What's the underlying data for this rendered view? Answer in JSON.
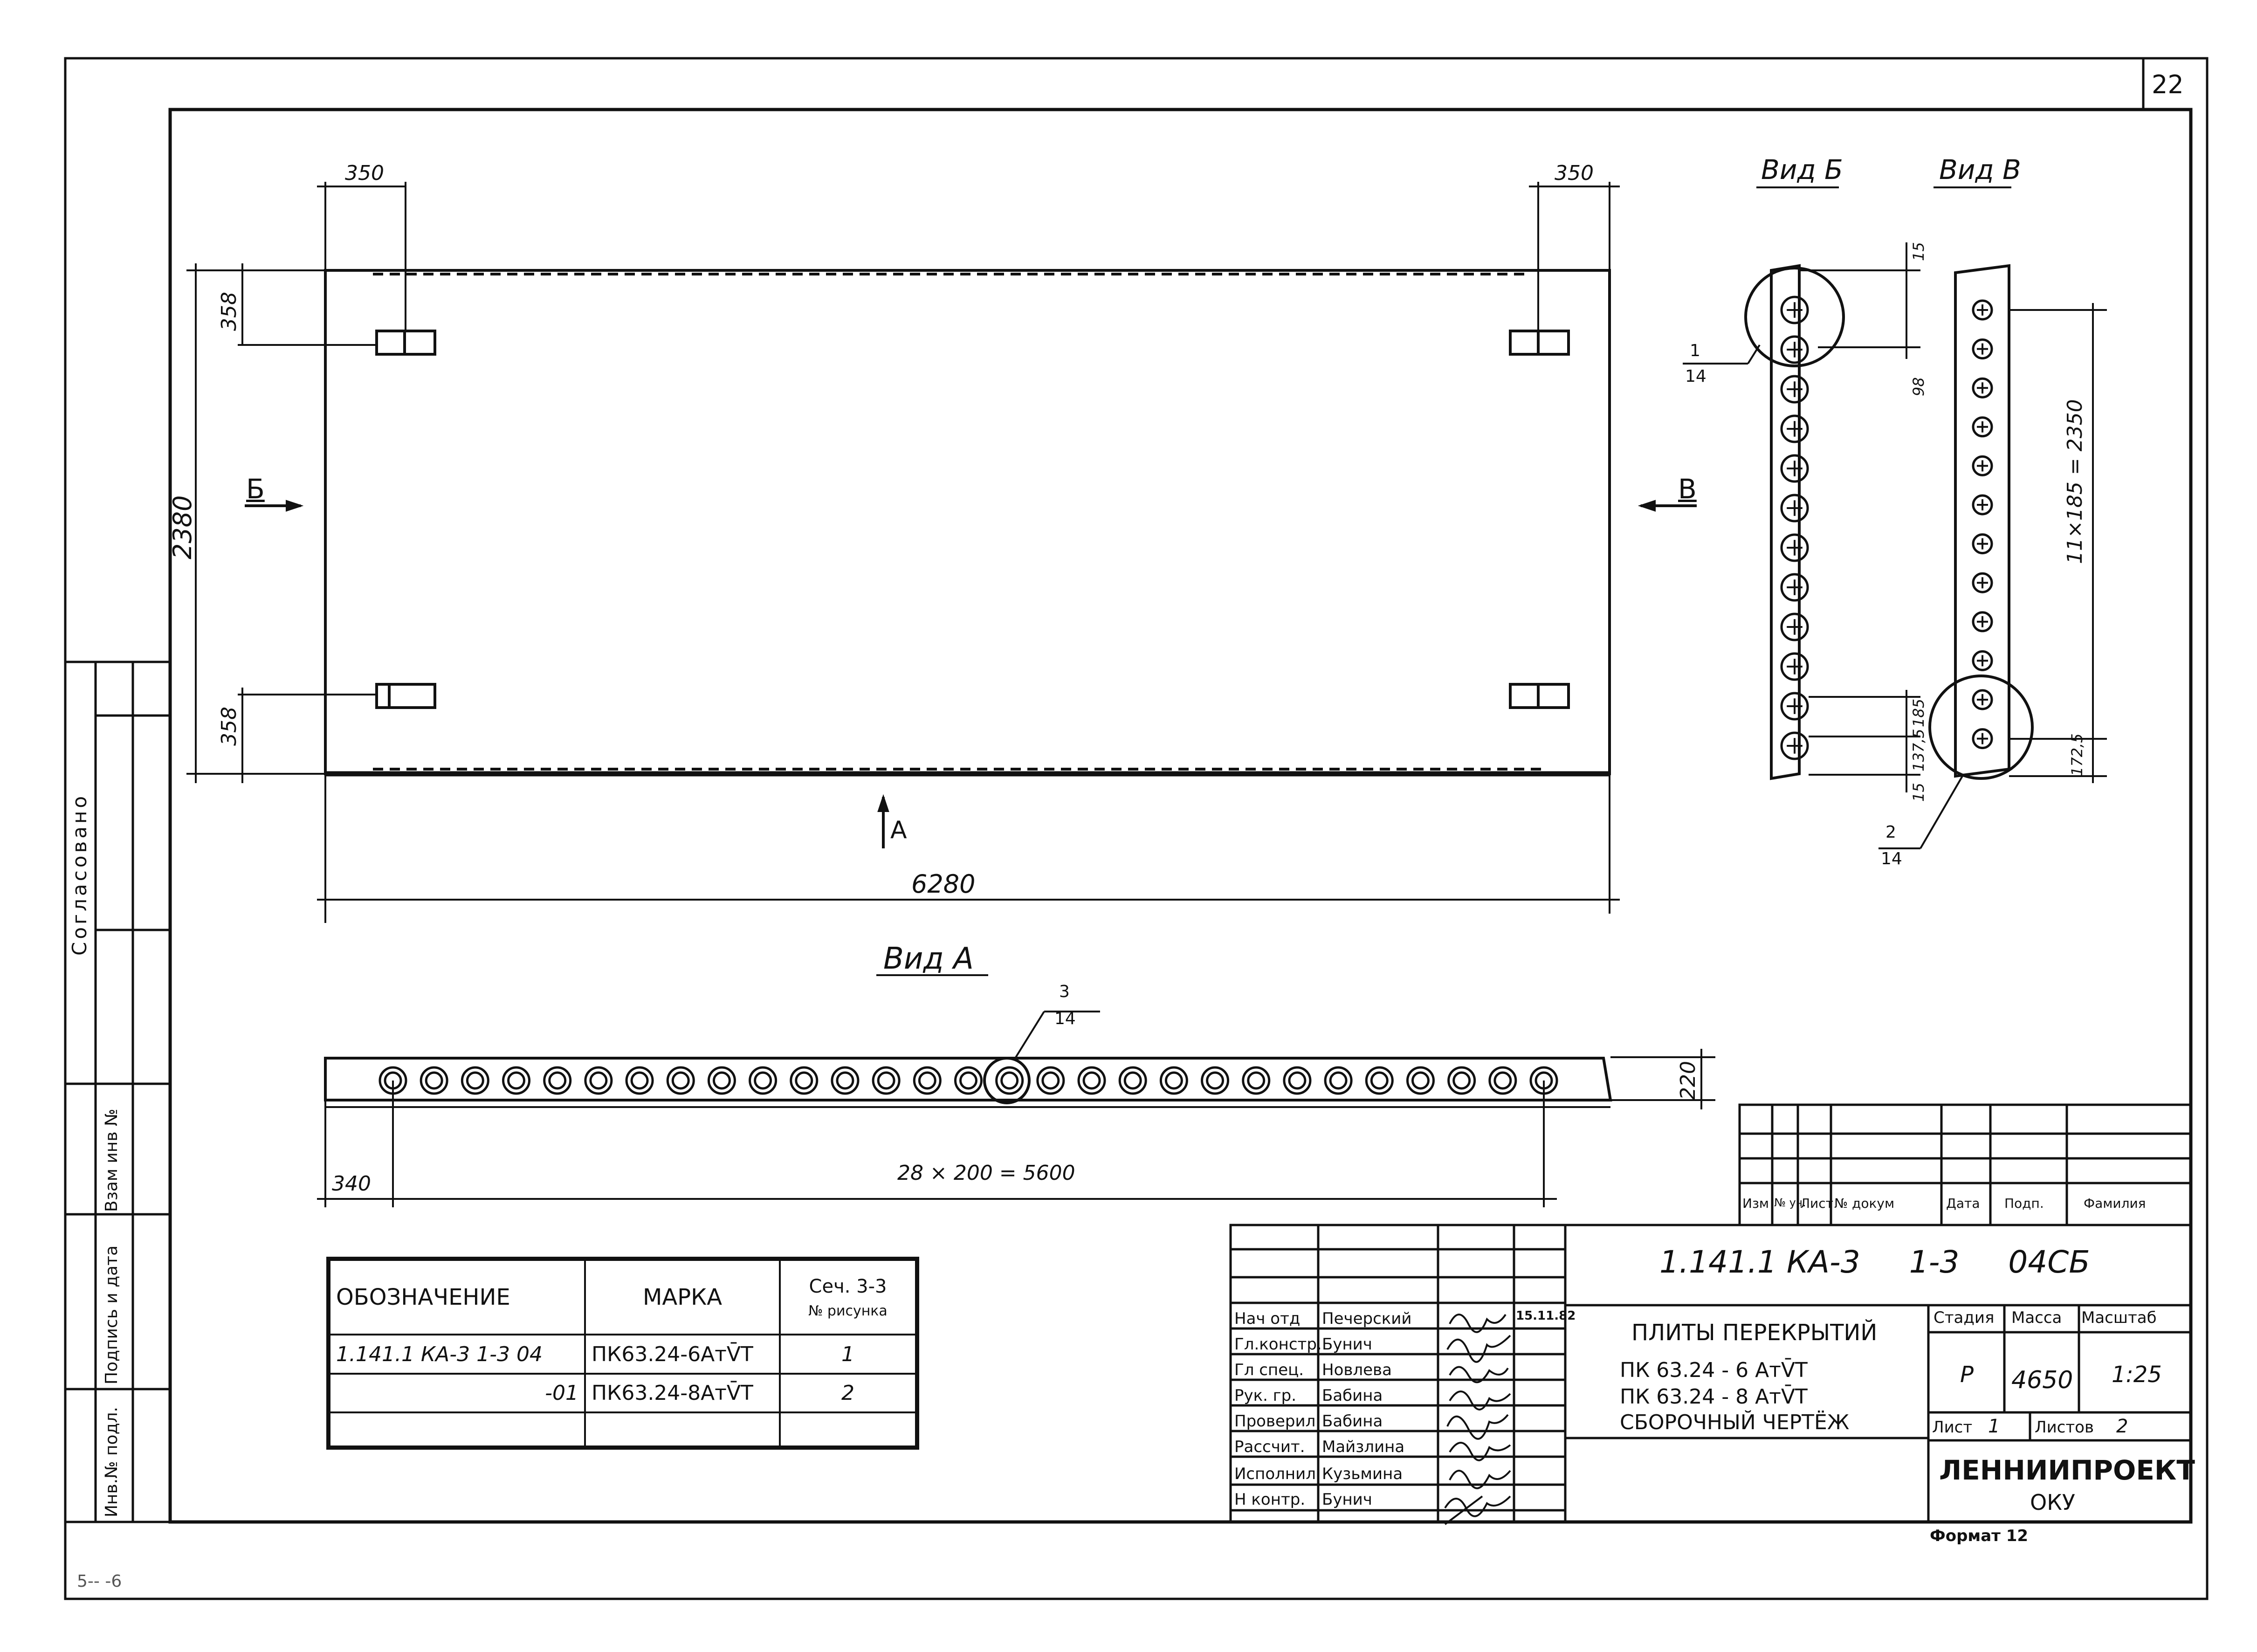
{
  "sheet": {
    "page_number": "22",
    "scan_mark": "5-- -6",
    "format": "Формат 12"
  },
  "side_strip": {
    "agreed": "Согласовано",
    "replacement_inv_no": "Взам инв №",
    "signature_and_date": "Подпись и дата",
    "inv_no_original": "Инв.№ подл."
  },
  "plan_view": {
    "dim_top_left": "350",
    "dim_top_right": "350",
    "dim_358_top": "358",
    "dim_358_bottom": "358",
    "dim_height": "2380",
    "dim_length": "6280",
    "arrow_b": "Б",
    "arrow_v": "В",
    "arrow_a": "А"
  },
  "view_a": {
    "title": "Вид А",
    "callout_num": "3",
    "callout_sheet": "14",
    "dim_start": "340",
    "dim_series": "28 × 200 = 5600",
    "dim_height": "220"
  },
  "view_b": {
    "title": "Вид Б",
    "callout_num": "1",
    "callout_sheet": "14",
    "dim_top": "15",
    "dim_98": "98",
    "dim_185": "185",
    "dim_1375": "137,5",
    "dim_bottom": "15"
  },
  "view_v": {
    "title": "Вид В",
    "dim_series": "11×185 = 2350",
    "dim_bottom": "172,5",
    "callout_num": "2",
    "callout_sheet": "14"
  },
  "spec_table": {
    "headers": [
      "ОБОЗНАЧЕНИЕ",
      "МАРКА",
      "Сеч. 3-3",
      "№ рисунка"
    ],
    "rows": [
      [
        "1.141.1 КА-3   1-3 04",
        "ПК63.24-6АтV̄Т",
        "1"
      ],
      [
        "-01",
        "ПК63.24-8АтV̄Т",
        "2"
      ]
    ]
  },
  "title_block": {
    "revision_headers": [
      "Изм",
      "№ уч.",
      "Лист",
      "№ докум",
      "Дата",
      "Подп.",
      "Фамилия"
    ],
    "code": "1.141.1 КА-3     1-3     04СБ",
    "name_line1": "Плиты перекрытий",
    "name_line2": "ПК 63.24 - 6 АтV̄Т",
    "name_line3": "ПК 63.24 - 8 АтV̄Т",
    "name_line4": "Сборочный чертёж",
    "stage_label": "Стадия",
    "mass_label": "Масса",
    "scale_label": "Масштаб",
    "stage": "Р",
    "mass": "4650",
    "scale": "1:25",
    "sheet_label": "Лист",
    "sheet": "1",
    "sheets_label": "Листов",
    "sheets": "2",
    "org": "ЛЕННИИПРОЕКТ",
    "dept": "ОКУ",
    "date": "15.11.82",
    "people": [
      {
        "role": "Нач отд",
        "name": "Печерский"
      },
      {
        "role": "Гл.констр.",
        "name": "Бунич"
      },
      {
        "role": "Гл спец.",
        "name": "Новлева"
      },
      {
        "role": "Рук. гр.",
        "name": "Бабина"
      },
      {
        "role": "Проверил",
        "name": "Бабина"
      },
      {
        "role": "Рассчит.",
        "name": "Майзлина"
      },
      {
        "role": "Исполнил",
        "name": "Кузьмина"
      },
      {
        "role": "Н контр.",
        "name": "Бунич"
      }
    ]
  }
}
